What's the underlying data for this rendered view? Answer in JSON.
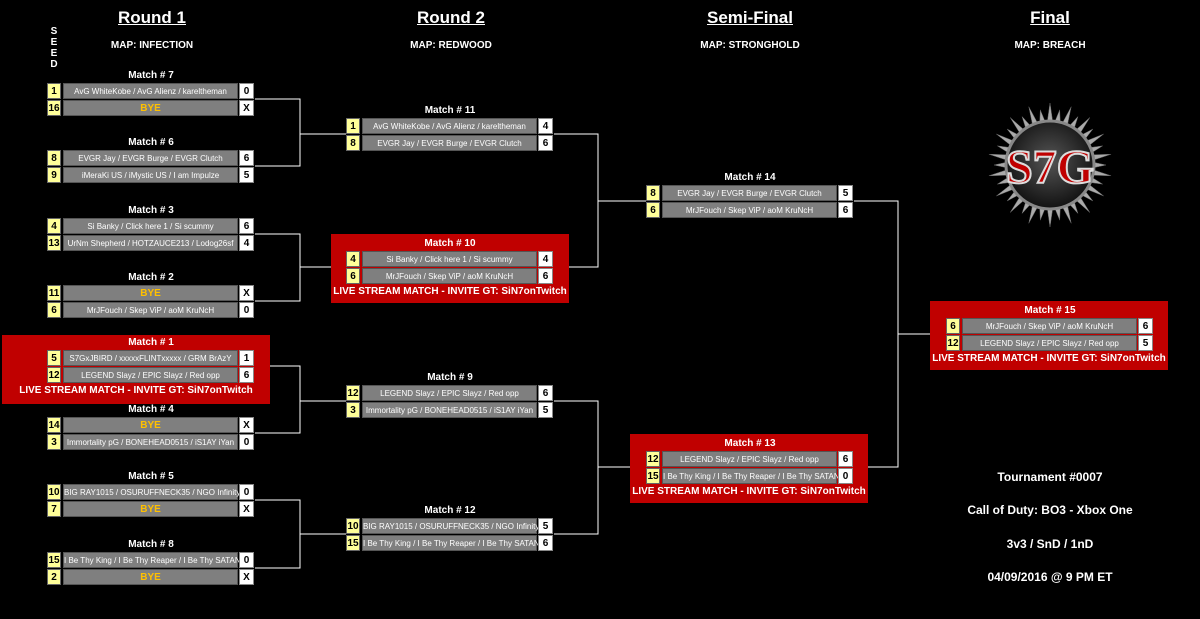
{
  "rounds": [
    {
      "title": "Round 1",
      "map": "MAP: INFECTION"
    },
    {
      "title": "Round 2",
      "map": "MAP: REDWOOD"
    },
    {
      "title": "Semi-Final",
      "map": "MAP: STRONGHOLD"
    },
    {
      "title": "Final",
      "map": "MAP: BREACH"
    }
  ],
  "seed_label": [
    "S",
    "E",
    "E",
    "D"
  ],
  "live_text": "LIVE STREAM MATCH - INVITE GT: SiN7onTwitch",
  "matches": [
    {
      "label": "Match # 7",
      "teams": [
        {
          "seed": "1",
          "name": "AvG WhiteKobe / AvG Alienz / kareltheman",
          "score": "0"
        },
        {
          "seed": "16",
          "name": "BYE",
          "score": "X",
          "bye": true
        }
      ]
    },
    {
      "label": "Match # 6",
      "teams": [
        {
          "seed": "8",
          "name": "EVGR Jay / EVGR Burge / EVGR Clutch",
          "score": "6"
        },
        {
          "seed": "9",
          "name": "iMeraKi US / iMystic US / I am Impulze",
          "score": "5"
        }
      ]
    },
    {
      "label": "Match # 3",
      "teams": [
        {
          "seed": "4",
          "name": "Si Banky / Click here 1 / Si scummy",
          "score": "6"
        },
        {
          "seed": "13",
          "name": "UrNm Shepherd / HOTZAUCE213 / Lodog26sf",
          "score": "4"
        }
      ]
    },
    {
      "label": "Match # 2",
      "teams": [
        {
          "seed": "11",
          "name": "BYE",
          "score": "X",
          "bye": true
        },
        {
          "seed": "6",
          "name": "MrJFouch / Skep ViP / aoM KruNcH",
          "score": "0"
        }
      ]
    },
    {
      "label": "Match # 1",
      "live": true,
      "teams": [
        {
          "seed": "5",
          "name": "S7GxJBIRD / xxxxxFLINTxxxxx / GRM BrAzY",
          "score": "1"
        },
        {
          "seed": "12",
          "name": "LEGEND Slayz / EPIC Slayz / Red opp",
          "score": "6"
        }
      ]
    },
    {
      "label": "Match # 4",
      "teams": [
        {
          "seed": "14",
          "name": "BYE",
          "score": "X",
          "bye": true
        },
        {
          "seed": "3",
          "name": "Immortality pG / BONEHEAD0515 / iS1AY iYan",
          "score": "0"
        }
      ]
    },
    {
      "label": "Match # 5",
      "teams": [
        {
          "seed": "10",
          "name": "BIG RAY1015 / OSURUFFNECK35 / NGO Infinity",
          "score": "0"
        },
        {
          "seed": "7",
          "name": "BYE",
          "score": "X",
          "bye": true
        }
      ]
    },
    {
      "label": "Match # 8",
      "teams": [
        {
          "seed": "15",
          "name": "I Be Thy King / I Be Thy Reaper / I Be Thy SATAN",
          "score": "0"
        },
        {
          "seed": "2",
          "name": "BYE",
          "score": "X",
          "bye": true
        }
      ]
    },
    {
      "label": "Match # 11",
      "teams": [
        {
          "seed": "1",
          "name": "AvG WhiteKobe / AvG Alienz / kareltheman",
          "score": "4"
        },
        {
          "seed": "8",
          "name": "EVGR Jay / EVGR Burge / EVGR Clutch",
          "score": "6"
        }
      ]
    },
    {
      "label": "Match # 10",
      "live": true,
      "teams": [
        {
          "seed": "4",
          "name": "Si Banky / Click here 1 / Si scummy",
          "score": "4"
        },
        {
          "seed": "6",
          "name": "MrJFouch / Skep ViP / aoM KruNcH",
          "score": "6"
        }
      ]
    },
    {
      "label": "Match # 9",
      "teams": [
        {
          "seed": "12",
          "name": "LEGEND Slayz / EPIC Slayz / Red opp",
          "score": "6"
        },
        {
          "seed": "3",
          "name": "Immortality pG / BONEHEAD0515 / iS1AY iYan",
          "score": "5"
        }
      ]
    },
    {
      "label": "Match # 12",
      "teams": [
        {
          "seed": "10",
          "name": "BIG RAY1015 / OSURUFFNECK35 / NGO Infinity",
          "score": "5"
        },
        {
          "seed": "15",
          "name": "I Be Thy King / I Be Thy Reaper / I Be Thy SATAN",
          "score": "6"
        }
      ]
    },
    {
      "label": "Match # 14",
      "teams": [
        {
          "seed": "8",
          "name": "EVGR Jay / EVGR Burge / EVGR Clutch",
          "score": "5"
        },
        {
          "seed": "6",
          "name": "MrJFouch / Skep ViP / aoM KruNcH",
          "score": "6"
        }
      ]
    },
    {
      "label": "Match # 13",
      "live": true,
      "teams": [
        {
          "seed": "12",
          "name": "LEGEND Slayz / EPIC Slayz / Red opp",
          "score": "6"
        },
        {
          "seed": "15",
          "name": "I Be Thy King / I Be Thy Reaper / I Be Thy SATAN",
          "score": "0"
        }
      ]
    },
    {
      "label": "Match # 15",
      "live": true,
      "teams": [
        {
          "seed": "6",
          "name": "MrJFouch / Skep ViP / aoM KruNcH",
          "score": "6"
        },
        {
          "seed": "12",
          "name": "LEGEND Slayz / EPIC Slayz / Red opp",
          "score": "5"
        }
      ]
    }
  ],
  "info": {
    "tournament": "Tournament #0007",
    "game": "Call of Duty: BO3 - Xbox One",
    "format": "3v3 / SnD / 1nD",
    "date": "04/09/2016 @ 9 PM ET"
  },
  "logo": {
    "text": "S7G",
    "colors": {
      "red": "#c00000",
      "dark": "#222222",
      "silver": "#bbbbbb"
    }
  }
}
